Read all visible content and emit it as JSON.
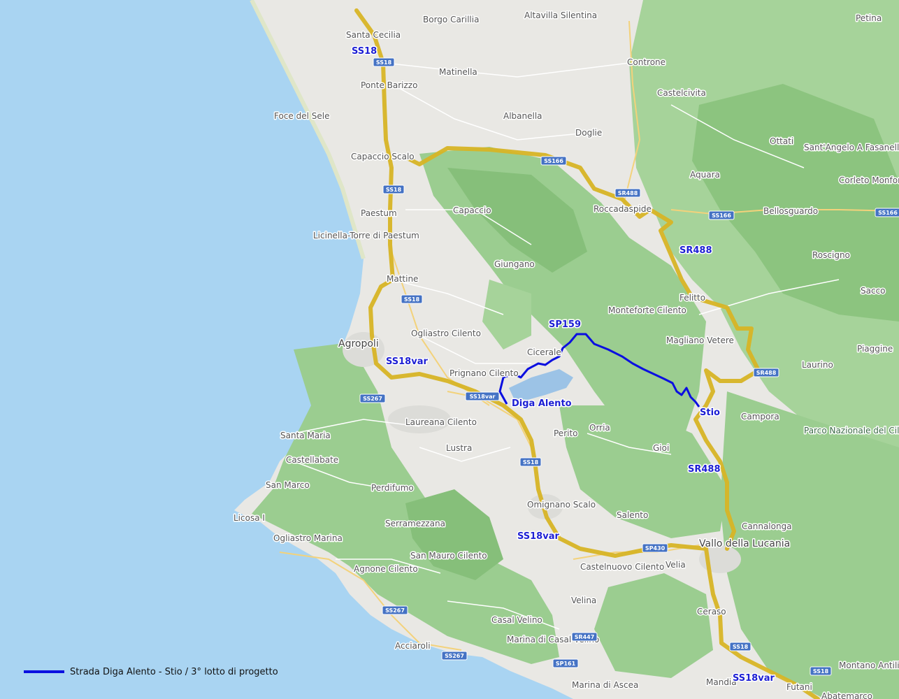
{
  "colors": {
    "sea": "#a9d4f2",
    "land": "#e9e8e4",
    "forest": "#9bcd90",
    "forest_dark": "#7fb876",
    "route_highlight": "#d8b526",
    "project_road": "#0b0fe0",
    "shield": "#4472c4",
    "lake": "#9cc3e6"
  },
  "towns": [
    {
      "id": "santa-cecilia",
      "name": "Santa Cecilia"
    },
    {
      "id": "borgo-carillia",
      "name": "Borgo Carillia"
    },
    {
      "id": "altavilla",
      "name": "Altavilla Silentina"
    },
    {
      "id": "petina",
      "name": "Petina"
    },
    {
      "id": "matinella",
      "name": "Matinella"
    },
    {
      "id": "controne",
      "name": "Controne"
    },
    {
      "id": "ponte-barizzo",
      "name": "Ponte Barizzo"
    },
    {
      "id": "castelcivita",
      "name": "Castelcivita"
    },
    {
      "id": "foce-del-sele",
      "name": "Foce del Sele"
    },
    {
      "id": "albanella",
      "name": "Albanella"
    },
    {
      "id": "doglie",
      "name": "Doglie"
    },
    {
      "id": "ottati",
      "name": "Ottati"
    },
    {
      "id": "santangelo",
      "name": "Sant'Angelo A Fasanella"
    },
    {
      "id": "capaccio-scalo",
      "name": "Capaccio Scalo"
    },
    {
      "id": "aquara",
      "name": "Aquara"
    },
    {
      "id": "corleto",
      "name": "Corleto Monforte"
    },
    {
      "id": "paestum",
      "name": "Paestum"
    },
    {
      "id": "capaccio",
      "name": "Capaccio"
    },
    {
      "id": "roccadaspide",
      "name": "Roccadaspide"
    },
    {
      "id": "bellosguardo",
      "name": "Bellosguardo"
    },
    {
      "id": "licinella",
      "name": "Licinella-Torre di Paestum"
    },
    {
      "id": "roscigno",
      "name": "Roscigno"
    },
    {
      "id": "giungano",
      "name": "Giungano"
    },
    {
      "id": "mattine",
      "name": "Mattine"
    },
    {
      "id": "sacco",
      "name": "Sacco"
    },
    {
      "id": "felitto",
      "name": "Felitto"
    },
    {
      "id": "monteforte",
      "name": "Monteforte Cilento"
    },
    {
      "id": "ogliastro-cilento",
      "name": "Ogliastro Cilento"
    },
    {
      "id": "agropoli",
      "name": "Agropoli"
    },
    {
      "id": "cicerale",
      "name": "Cicerale"
    },
    {
      "id": "magliano",
      "name": "Magliano Vetere"
    },
    {
      "id": "piaggine",
      "name": "Piaggine"
    },
    {
      "id": "laurino",
      "name": "Laurino"
    },
    {
      "id": "prignano",
      "name": "Prignano Cilento"
    },
    {
      "id": "campora",
      "name": "Campora"
    },
    {
      "id": "laureana",
      "name": "Laureana Cilento"
    },
    {
      "id": "santa-maria",
      "name": "Santa Maria"
    },
    {
      "id": "perito",
      "name": "Perito"
    },
    {
      "id": "orria",
      "name": "Orria"
    },
    {
      "id": "parco",
      "name": "Parco Nazionale del Cilento, Vallo di..."
    },
    {
      "id": "castellabate",
      "name": "Castellabate"
    },
    {
      "id": "lustra",
      "name": "Lustra"
    },
    {
      "id": "gioi",
      "name": "Gioi"
    },
    {
      "id": "san-marco",
      "name": "San Marco"
    },
    {
      "id": "perdifumo",
      "name": "Perdifumo"
    },
    {
      "id": "omignano",
      "name": "Omignano Scalo"
    },
    {
      "id": "licosa",
      "name": "Licosa I"
    },
    {
      "id": "salento",
      "name": "Salento"
    },
    {
      "id": "serramezzana",
      "name": "Serramezzana"
    },
    {
      "id": "cannalonga",
      "name": "Cannalonga"
    },
    {
      "id": "ogliastro-marina",
      "name": "Ogliastro Marina"
    },
    {
      "id": "vallo",
      "name": "Vallo della Lucania"
    },
    {
      "id": "san-mauro",
      "name": "San Mauro Cilento"
    },
    {
      "id": "castelnuovo",
      "name": "Castelnuovo Cilento"
    },
    {
      "id": "velia",
      "name": "Velia"
    },
    {
      "id": "agnone",
      "name": "Agnone Cilento"
    },
    {
      "id": "velina",
      "name": "Velina"
    },
    {
      "id": "ceraso",
      "name": "Ceraso"
    },
    {
      "id": "casal-velino",
      "name": "Casal Velino"
    },
    {
      "id": "acciaroli",
      "name": "Acciaroli"
    },
    {
      "id": "marina-casal",
      "name": "Marina di Casal Velino"
    },
    {
      "id": "montano",
      "name": "Montano Antilia"
    },
    {
      "id": "mandia",
      "name": "Mandia"
    },
    {
      "id": "futani",
      "name": "Futani"
    },
    {
      "id": "marina-ascea",
      "name": "Marina di Ascea"
    },
    {
      "id": "abatemarco",
      "name": "Abatemarco"
    }
  ],
  "road_labels": {
    "ss18_top": "SS18",
    "ss18var_agropoli": "SS18var",
    "sp159": "SP159",
    "diga_alento": "Diga Alento",
    "stio": "Stio",
    "sr488_upper": "SR488",
    "sr488_lower": "SR488",
    "ss18var_omignano": "SS18var",
    "ss18var_bottom": "SS18var"
  },
  "shields": {
    "ss18_a": "SS18",
    "ss18_b": "SS18",
    "ss18_c": "SS18",
    "ss18_d": "SS18",
    "ss18_e": "SS18",
    "ss18_f": "SS18",
    "ss166_a": "SS166",
    "ss166_b": "SS166",
    "ss166_c": "SS166",
    "sr488_a": "SR488",
    "sr488_b": "SR488",
    "ss18var": "SS18var",
    "ss267_a": "SS267",
    "ss267_b": "SS267",
    "ss267_c": "SS267",
    "sp430": "SP430",
    "sr447": "SR447",
    "sp161": "SP161"
  },
  "legend": {
    "label": "Strada Diga Alento - Stio / 3° lotto di progetto"
  }
}
